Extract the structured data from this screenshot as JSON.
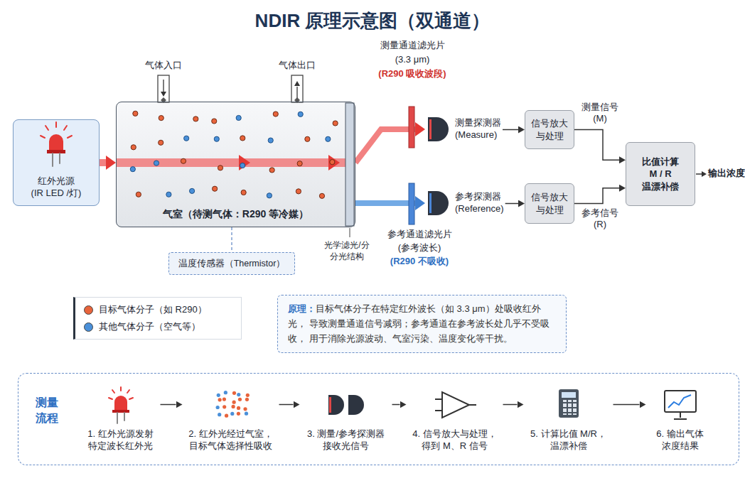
{
  "diagram": {
    "title": "NDIR 原理示意图（双通道）",
    "nodes": [
      {
        "text": [
          "红外光源",
          "(IR LED /灯)"
        ]
      },
      {
        "text": [
          "气室（待测气体：R290 等冷媒）"
        ]
      },
      {
        "text": [
          "温度传感器（Thermistor）"
        ]
      },
      {
        "text": [
          "测量探测器",
          "(Measure)"
        ]
      },
      {
        "text": [
          "信号放大 与处理"
        ]
      },
      {
        "text": [
          "参考探测器",
          "(Reference)"
        ]
      },
      {
        "text": [
          "信号放大 与处理"
        ]
      },
      {
        "text": [
          "比值计算 M / R 温漂补偿"
        ]
      },
      {
        "text": [
          "原理：",
          "目标气体分子在特定红外波长（如 3.3 μm）处吸收红外光， 导致测量通道信号减弱；参考通道在参考波长处几乎不受吸收， 用于消除光源波动、气室污染、温度变化等干扰。"
        ]
      },
      {
        "text": [
          "测量 流程"
        ]
      },
      {
        "text": [
          "1. 红外光源发射 特定波长红外光"
        ],
        "in": 9
      },
      {
        "text": [
          "2. 红外光经过气室， 目标气体选择性吸收"
        ],
        "in": 9
      },
      {
        "text": [
          "3. 测量/参考探测器 接收光信号"
        ],
        "in": 9
      },
      {
        "text": [
          "4. 信号放大与处理， 得到 M、R 信号"
        ],
        "in": 9
      },
      {
        "text": [
          "5. 计算比值 M/R， 温漂补偿"
        ],
        "in": 9
      },
      {
        "text": [
          "6. 输出气体 浓度结果"
        ],
        "in": 9
      }
    ],
    "edges": [
      {
        "from": 0,
        "to": 1,
        "arrow": "to"
      },
      {
        "from": 1,
        "to": 3,
        "arrow": "to"
      },
      {
        "from": 1,
        "to": 5,
        "arrow": "to"
      },
      {
        "from": 1,
        "to": 2,
        "arrow": "none"
      },
      {
        "from": 3,
        "to": 4,
        "arrow": "to"
      },
      {
        "from": 4,
        "to": 7,
        "label": "测量信号 (M)",
        "arrow": "to"
      },
      {
        "from": 5,
        "to": 6,
        "arrow": "to"
      },
      {
        "from": 6,
        "to": 7,
        "label": "参考信号 (R)",
        "arrow": "to"
      },
      {
        "from": 10,
        "to": 11,
        "arrow": "to"
      },
      {
        "from": 11,
        "to": 12,
        "arrow": "to"
      },
      {
        "from": 12,
        "to": 13,
        "arrow": "to"
      },
      {
        "from": 13,
        "to": 14,
        "arrow": "to"
      },
      {
        "from": 14,
        "to": 15,
        "arrow": "to"
      }
    ],
    "labels": [
      "气体入口",
      "气体出口",
      "测量通道滤光片",
      "(3.3 μm)",
      "(R290 吸收波段)",
      "光学滤光/分 分光结构",
      "参考通道滤光片",
      "(参考波长)",
      "(R290 不吸收)",
      "输出浓度"
    ],
    "legend": [
      {
        "text": "目标气体分子（如 R290）",
        "color": "#e8643c"
      },
      {
        "text": "其他气体分子（空气等）",
        "color": "#4a90d9"
      }
    ]
  }
}
